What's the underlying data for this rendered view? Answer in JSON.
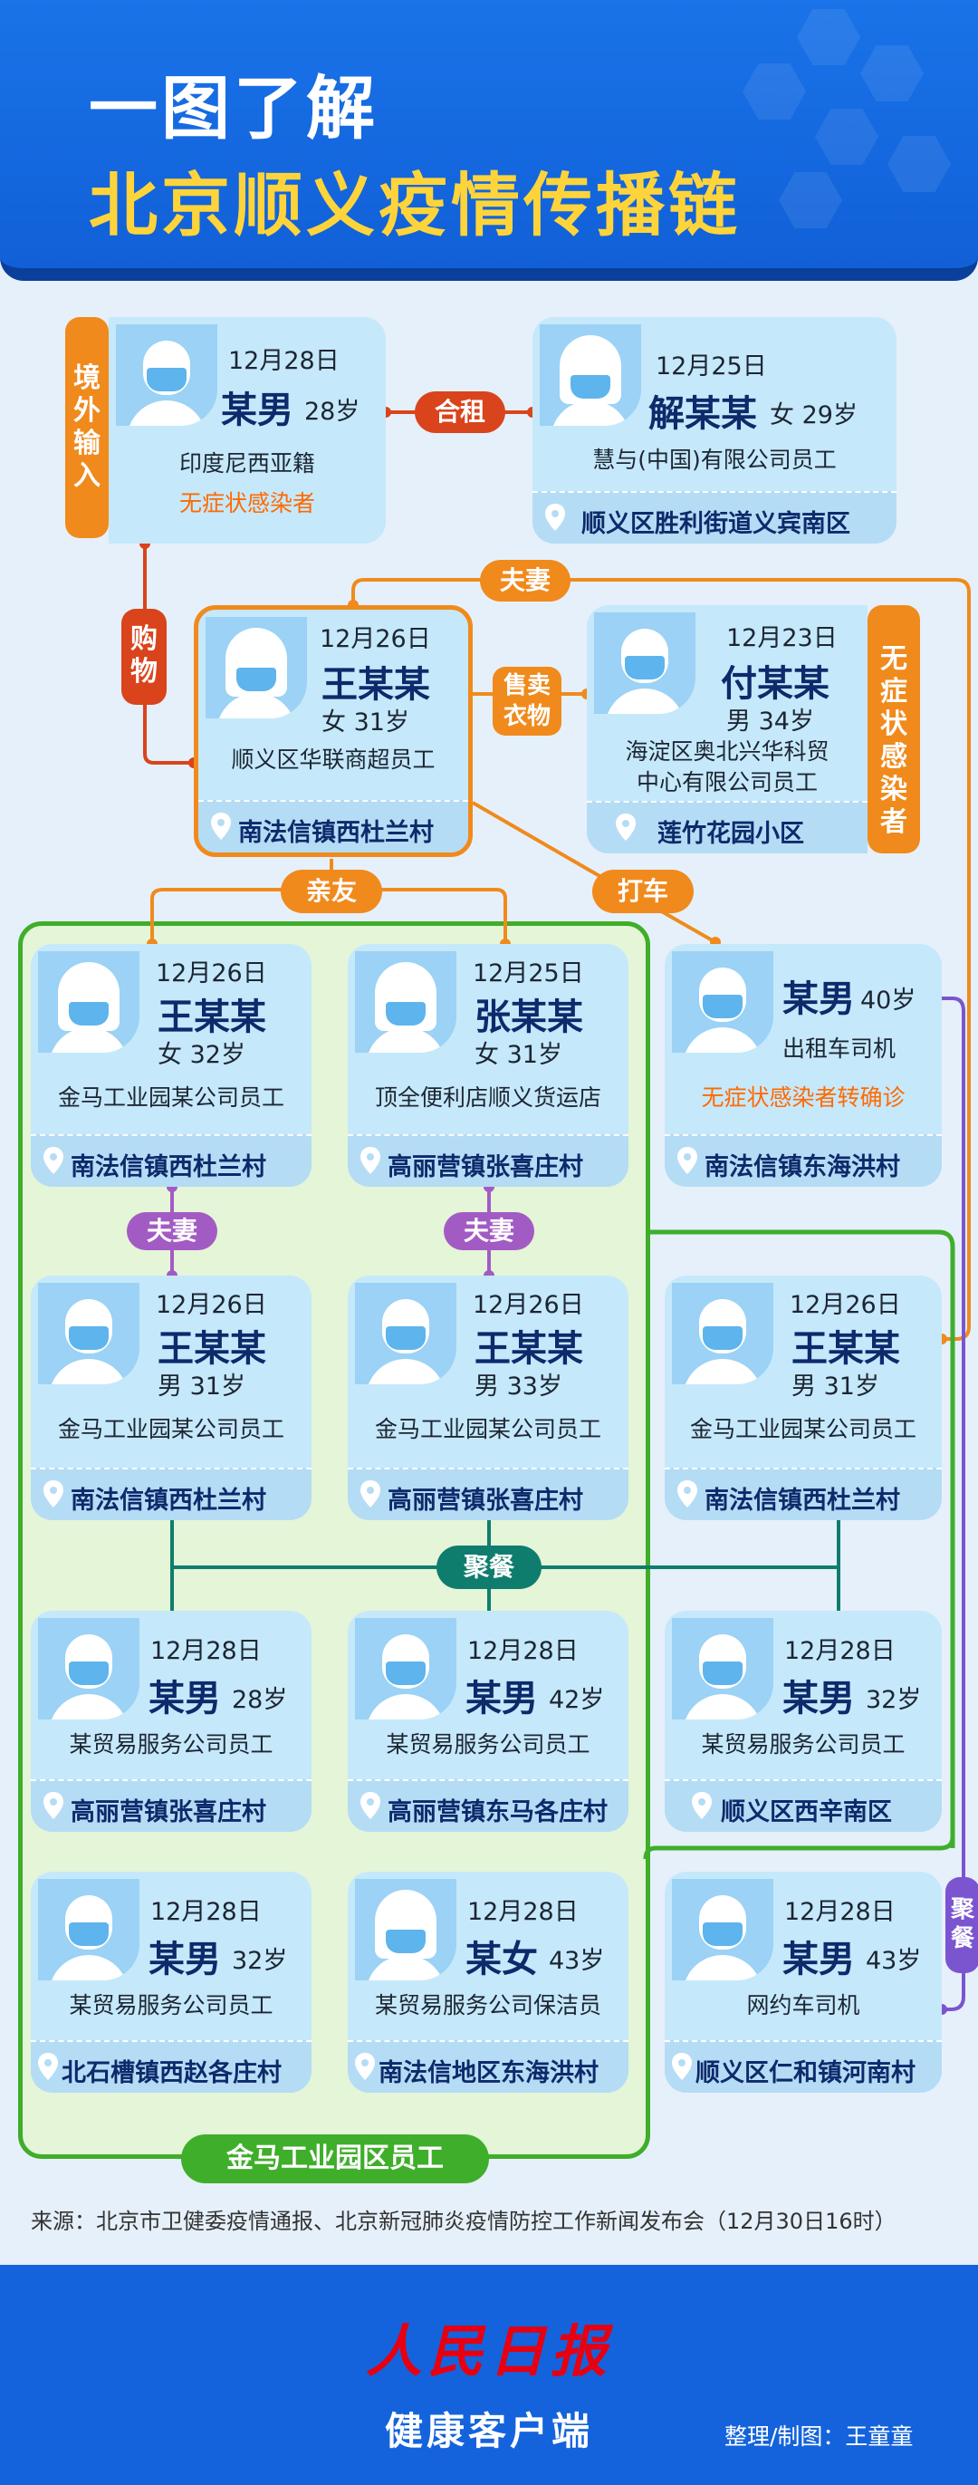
{
  "header": {
    "title_line1": "一图了解",
    "title_line2": "北京顺义疫情传播链"
  },
  "colors": {
    "orange": "#f08a1c",
    "red": "#d9441c",
    "purple": "#8b55c7",
    "teal": "#0f7d6e",
    "green": "#3fae2a",
    "blue": "#1463dc"
  },
  "cards": {
    "c1": {
      "date": "12月28日",
      "name": "某男",
      "age": "28岁",
      "job": "印度尼西亚籍",
      "note": "无症状感染者"
    },
    "c2": {
      "date": "12月25日",
      "name": "解某某",
      "age": "女 29岁",
      "job": "慧与(中国)有限公司员工",
      "place": "顺义区胜利街道义宾南区"
    },
    "c3": {
      "date": "12月26日",
      "name": "王某某",
      "gender": "女 31岁",
      "job": "顺义区华联商超员工",
      "place": "南法信镇西杜兰村"
    },
    "c4": {
      "date": "12月23日",
      "name": "付某某",
      "gender": "男 34岁",
      "job": "海淀区奥北兴华科贸",
      "job2": "中心有限公司员工",
      "place": "莲竹花园小区"
    },
    "c5": {
      "date": "12月26日",
      "name": "王某某",
      "gender": "女 32岁",
      "job": "金马工业园某公司员工",
      "place": "南法信镇西杜兰村"
    },
    "c6": {
      "date": "12月25日",
      "name": "张某某",
      "gender": "女 31岁",
      "job": "顶全便利店顺义货运店",
      "place": "高丽营镇张喜庄村"
    },
    "c7": {
      "name": "某男",
      "age": "40岁",
      "job": "出租车司机",
      "note": "无症状感染者转确诊",
      "place": "南法信镇东海洪村"
    },
    "c8": {
      "date": "12月26日",
      "name": "王某某",
      "gender": "男 31岁",
      "job": "金马工业园某公司员工",
      "place": "南法信镇西杜兰村"
    },
    "c9": {
      "date": "12月26日",
      "name": "王某某",
      "gender": "男 33岁",
      "job": "金马工业园某公司员工",
      "place": "高丽营镇张喜庄村"
    },
    "c10": {
      "date": "12月26日",
      "name": "王某某",
      "gender": "男 31岁",
      "job": "金马工业园某公司员工",
      "place": "南法信镇西杜兰村"
    },
    "c11": {
      "date": "12月28日",
      "name": "某男",
      "age": "28岁",
      "job": "某贸易服务公司员工",
      "place": "高丽营镇张喜庄村"
    },
    "c12": {
      "date": "12月28日",
      "name": "某男",
      "age": "42岁",
      "job": "某贸易服务公司员工",
      "place": "高丽营镇东马各庄村"
    },
    "c13": {
      "date": "12月28日",
      "name": "某男",
      "age": "32岁",
      "job": "某贸易服务公司员工",
      "place": "顺义区西辛南区"
    },
    "c14": {
      "date": "12月28日",
      "name": "某男",
      "age": "32岁",
      "job": "某贸易服务公司员工",
      "place": "北石槽镇西赵各庄村"
    },
    "c15": {
      "date": "12月28日",
      "name": "某女",
      "age": "43岁",
      "job": "某贸易服务公司保洁员",
      "place": "南法信地区东海洪村"
    },
    "c16": {
      "date": "12月28日",
      "name": "某男",
      "age": "43岁",
      "job": "网约车司机",
      "place": "顺义区仁和镇河南村"
    }
  },
  "relations": {
    "imported": "境外输入",
    "cohabit": "合租",
    "shopping": "购物",
    "couple_top": "夫妻",
    "sell_clothes": "售卖衣物",
    "asymptomatic": "无症状感染者",
    "relatives": "亲友",
    "taxi": "打车",
    "couple_a": "夫妻",
    "couple_b": "夫妻",
    "dinner": "聚餐",
    "dinner_side": "聚餐",
    "zone_label": "金马工业园区员工"
  },
  "source": "来源：北京市卫健委疫情通报、北京新冠肺炎疫情防控工作新闻发布会（12月30日16时）",
  "footer": {
    "logo_line1": "人民日报",
    "logo_line2": "健康客户端",
    "credit": "整理/制图：王童童"
  }
}
